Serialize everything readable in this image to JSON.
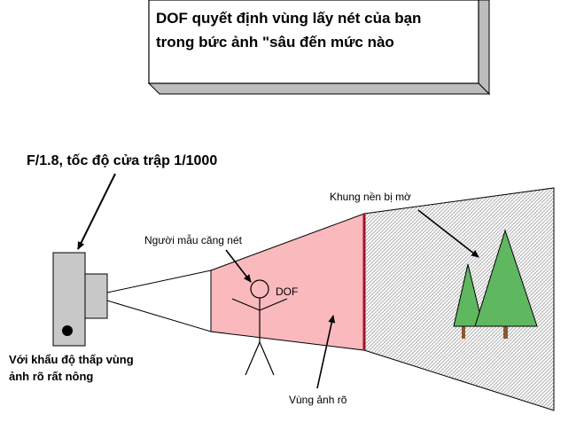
{
  "callout": {
    "line1": "DOF quyết định vùng lấy nét của bạn",
    "line2": "trong bức ảnh \"sâu đến mức nào"
  },
  "labels": {
    "camera_settings": "F/1.8, tốc độ cửa trập 1/1000",
    "background": "Khung nền bị mờ",
    "subject": "Người mẫu căng nét",
    "dof": "DOF",
    "low_aperture_1": "Với khẩu độ thấp vùng",
    "low_aperture_2": "ảnh rõ rất nông",
    "sharp_zone": "Vùng ảnh rõ"
  },
  "colors": {
    "sharp_zone": "#f9b9bd",
    "focus_line": "#a0142a",
    "trees": "#5fb760",
    "trunk": "#8a5a2b",
    "camera": "#c8c8c8"
  }
}
